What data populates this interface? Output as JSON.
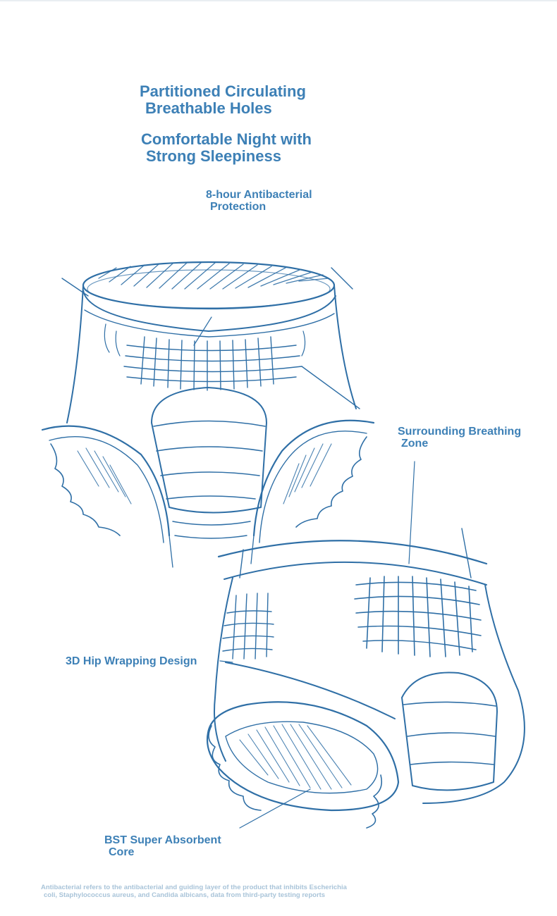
{
  "headline1": {
    "line1": "Partitioned Circulating",
    "line2": "Breathable Holes"
  },
  "headline2": {
    "line1": "Comfortable Night with",
    "line2": "Strong Sleepiness"
  },
  "antibacterial": {
    "line1": "8-hour Antibacterial",
    "line2": "Protection"
  },
  "breathing_zone": {
    "line1": "Surrounding Breathing",
    "line2": "Zone"
  },
  "hip_wrapping": {
    "label": "3D Hip Wrapping Design"
  },
  "absorbent_core": {
    "line1": "BST Super Absorbent",
    "line2": "Core"
  },
  "footnote": {
    "line1": "Antibacterial refers to the antibacterial and guiding layer of the product that inhibits Escherichia",
    "line2": "coli, Staphylococcus aureus, and Candida albicans, data from third-party testing reports"
  },
  "colors": {
    "accent": "#3d80b6",
    "sketch": "#2f6fa6",
    "footnote": "#a9c4d9"
  },
  "illustrations": [
    "front-view-pull-up-diaper-sketch",
    "rear-view-pull-up-diaper-sketch"
  ]
}
